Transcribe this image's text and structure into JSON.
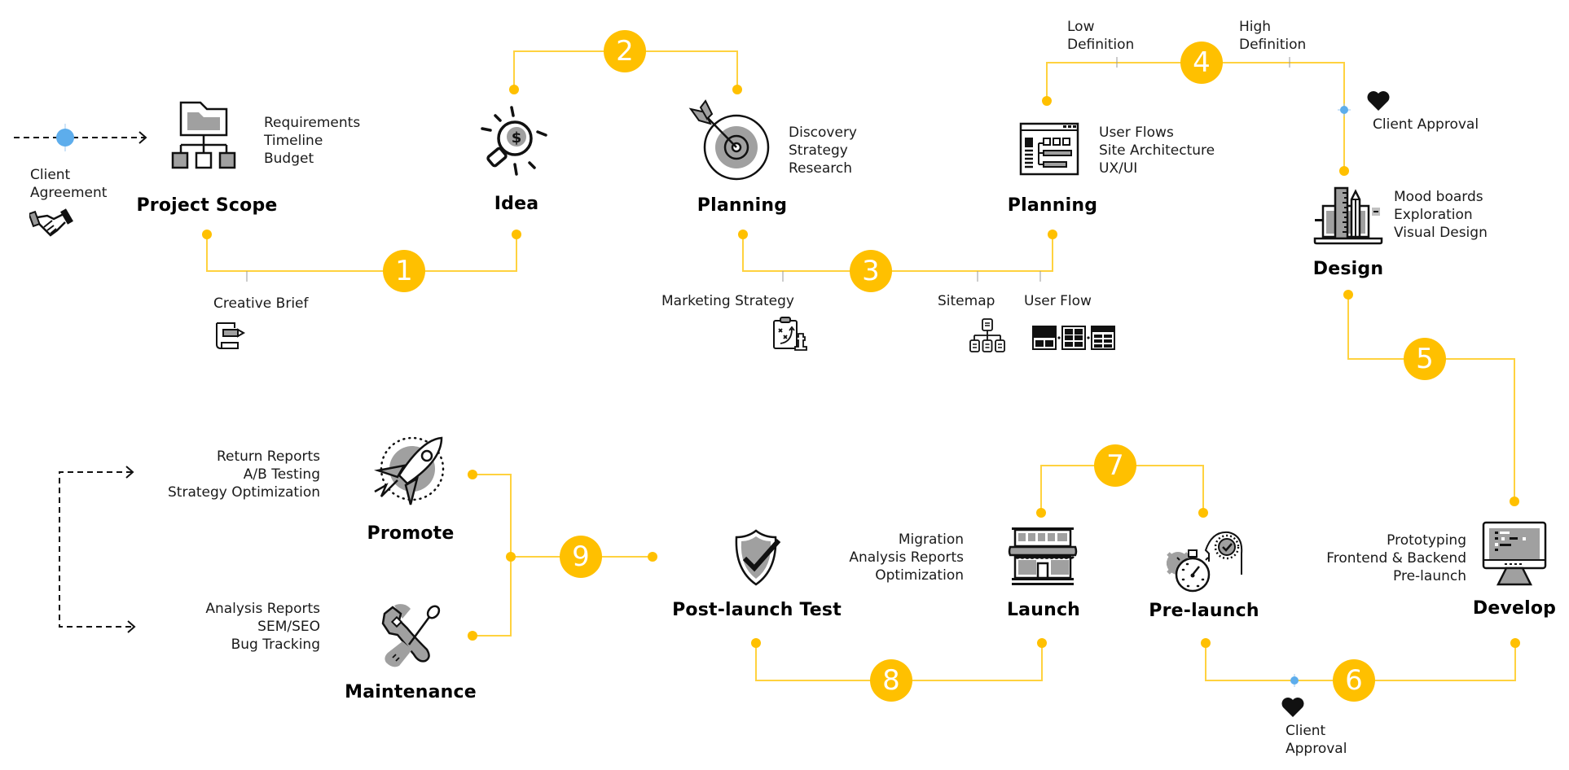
{
  "colors": {
    "accent": "#FFC000",
    "line": "#FFD23F",
    "approval_dot": "#5DADEC",
    "icon_gray": "#A0A0A0",
    "ink": "#111111"
  },
  "start": {
    "label_lines": [
      "Client",
      "Agreement"
    ],
    "icon": "handshake-icon"
  },
  "steps": [
    {
      "number": "1",
      "connects": [
        "Project Scope",
        "Idea"
      ],
      "annotations": [
        {
          "label": "Creative Brief",
          "icon": "document-pencil-icon"
        }
      ]
    },
    {
      "number": "2",
      "connects": [
        "Idea",
        "Planning"
      ]
    },
    {
      "number": "3",
      "connects": [
        "Planning",
        "Planning"
      ],
      "annotations": [
        {
          "label": "Marketing Strategy",
          "icon": "strategy-board-icon"
        },
        {
          "label": "Sitemap",
          "icon": "sitemap-icon"
        },
        {
          "label": "User Flow",
          "icon": "user-flow-icon"
        }
      ]
    },
    {
      "number": "4",
      "connects": [
        "Planning",
        "Design"
      ],
      "annotations": [
        {
          "label_lines": [
            "Low",
            "Definition"
          ]
        },
        {
          "label_lines": [
            "High",
            "Definition"
          ]
        }
      ],
      "approval": "Client Approval"
    },
    {
      "number": "5",
      "connects": [
        "Design",
        "Develop"
      ]
    },
    {
      "number": "6",
      "connects": [
        "Develop",
        "Pre-launch"
      ],
      "approval_lines": [
        "Client",
        "Approval"
      ]
    },
    {
      "number": "7",
      "connects": [
        "Pre-launch",
        "Launch"
      ]
    },
    {
      "number": "8",
      "connects": [
        "Launch",
        "Post-launch Test"
      ]
    },
    {
      "number": "9",
      "connects": [
        "Post-launch Test",
        "Promote",
        "Maintenance"
      ]
    }
  ],
  "phases": {
    "project_scope": {
      "title": "Project Scope",
      "icon": "org-folder-icon",
      "items": [
        "Requirements",
        "Timeline",
        "Budget"
      ]
    },
    "idea": {
      "title": "Idea",
      "icon": "lightbulb-dollar-icon",
      "items": []
    },
    "planning1": {
      "title": "Planning",
      "icon": "target-arrow-icon",
      "items": [
        "Discovery",
        "Strategy",
        "Research"
      ]
    },
    "planning2": {
      "title": "Planning",
      "icon": "wireframe-browser-icon",
      "items": [
        "User Flows",
        "Site Architecture",
        "UX/UI"
      ]
    },
    "design": {
      "title": "Design",
      "icon": "design-tools-icon",
      "items": [
        "Mood boards",
        "Exploration",
        "Visual Design"
      ]
    },
    "develop": {
      "title": "Develop",
      "icon": "monitor-code-icon",
      "items": [
        "Prototyping",
        "Frontend & Backend",
        "Pre-launch"
      ]
    },
    "prelaunch": {
      "title": "Pre-launch",
      "icon": "stopwatch-mind-icon",
      "items": []
    },
    "launch": {
      "title": "Launch",
      "icon": "storefront-icon",
      "items": [
        "Migration",
        "Analysis Reports",
        "Optimization"
      ]
    },
    "postlaunch": {
      "title": "Post-launch Test",
      "icon": "shield-check-icon",
      "items": []
    },
    "promote": {
      "title": "Promote",
      "icon": "rocket-icon",
      "items": [
        "Return Reports",
        "A/B Testing",
        "Strategy Optimization"
      ]
    },
    "maintenance": {
      "title": "Maintenance",
      "icon": "wrench-screwdriver-icon",
      "items": [
        "Analysis Reports",
        "SEM/SEO",
        "Bug Tracking"
      ]
    }
  }
}
